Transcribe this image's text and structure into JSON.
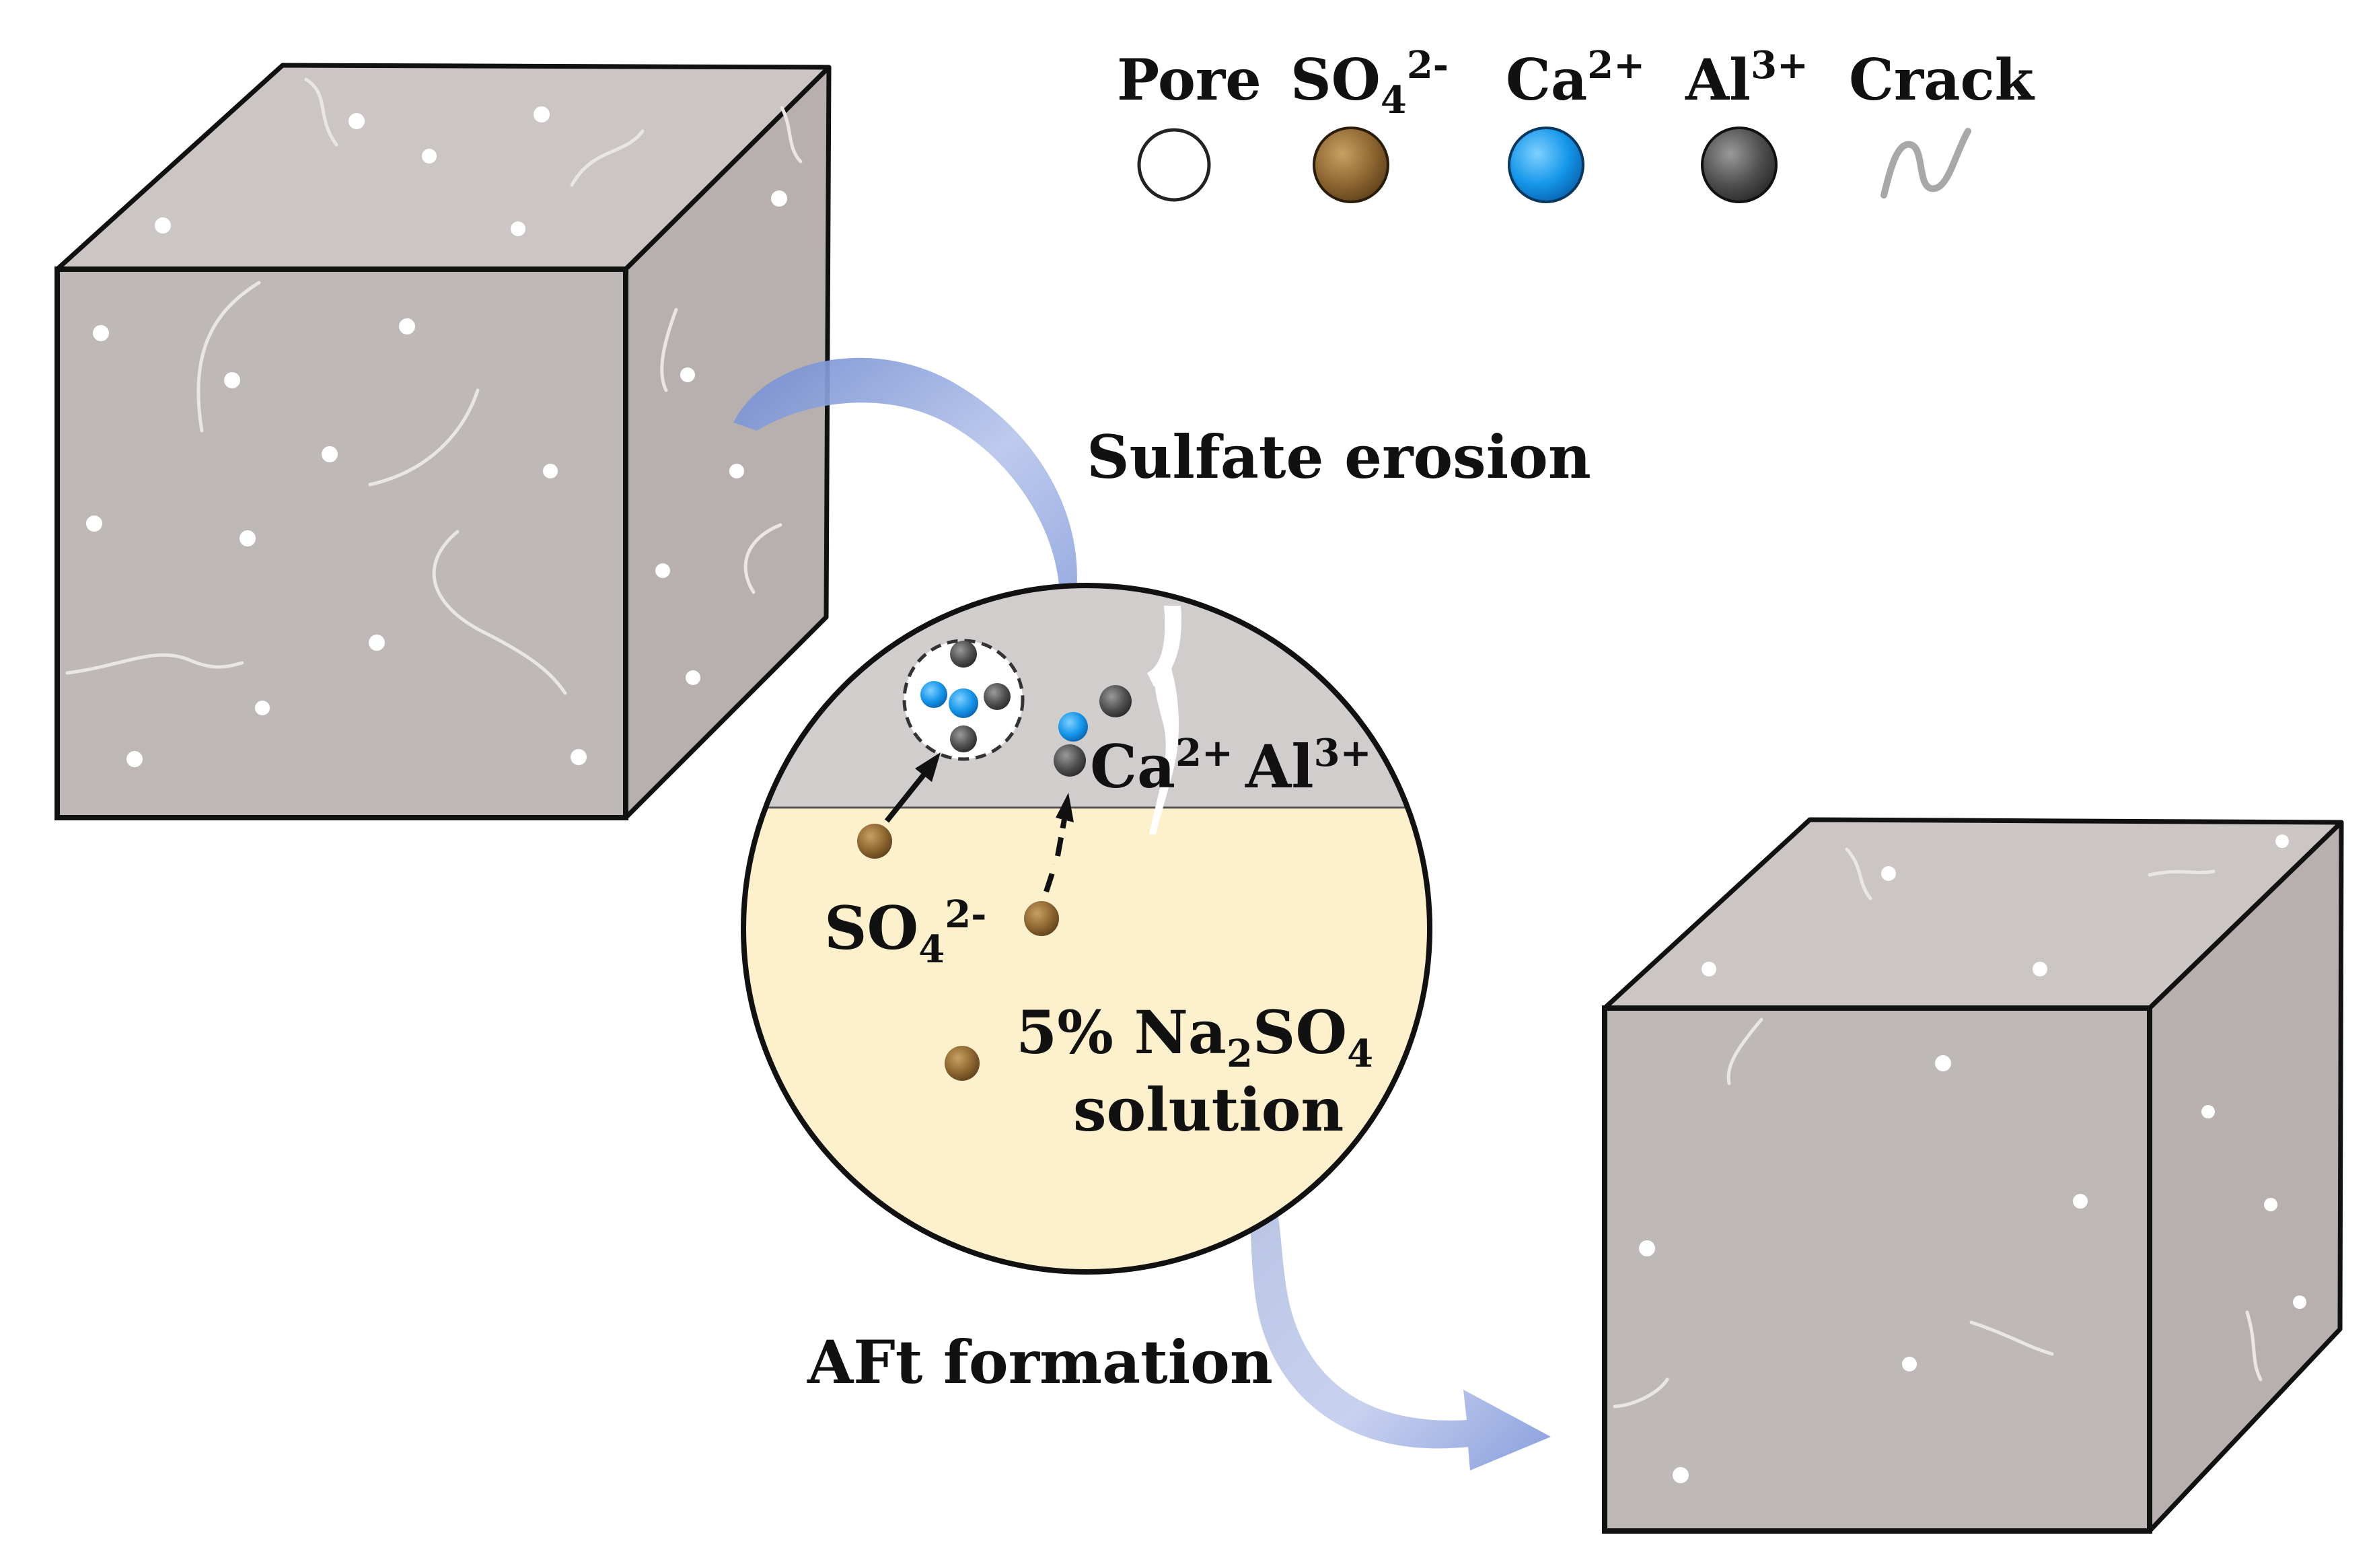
{
  "legend": {
    "pore": "Pore",
    "sulfate": {
      "base": "SO",
      "sub": "4",
      "sup": "2-"
    },
    "calcium": {
      "base": "Ca",
      "sup": "2+"
    },
    "aluminium": {
      "base": "Al",
      "sup": "3+"
    },
    "crack": "Crack"
  },
  "steps": {
    "erosion": "Sulfate erosion",
    "aft": "AFt formation"
  },
  "zoom": {
    "ions_label": {
      "ca": "Ca",
      "ca_sup": "2+",
      "al": "Al",
      "al_sup": "3+"
    },
    "sulfate_label": {
      "base": "SO",
      "sub": "4",
      "sup": "2-"
    },
    "solution": {
      "prefix": "5% Na",
      "sub1": "2",
      "mid": "SO",
      "sub2": "4",
      "line2": "solution"
    }
  },
  "colors": {
    "cube_front": "#beb8b6",
    "cube_top": "#cbc6c4",
    "cube_side": "#b7b0ae",
    "solution": "#fdf0cc",
    "cement_layer": "#d1cdcc",
    "sulfate_ion": "#8a6430",
    "calcium_ion": "#1a9be8",
    "aluminium_ion": "#555555",
    "arrow": "#8fa4dd"
  }
}
